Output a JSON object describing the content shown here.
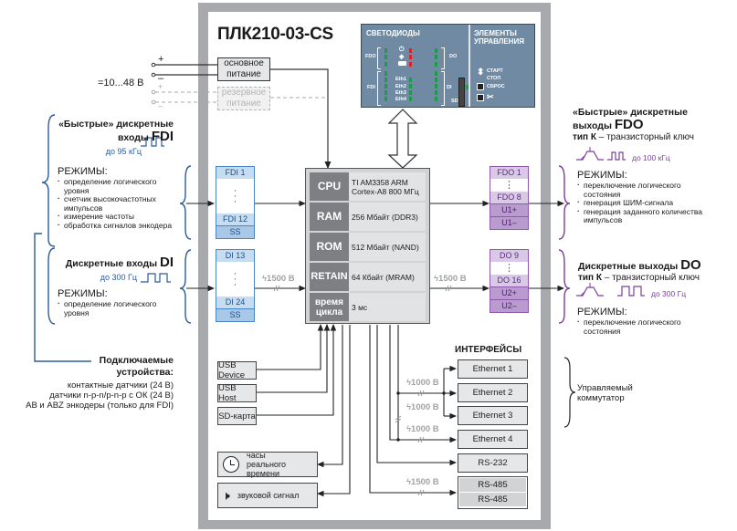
{
  "title": "ПЛК210-03-CS",
  "power": {
    "voltage_label": "=10...48 В",
    "plus": "+",
    "minus": "–",
    "main_supply": "основное питание",
    "backup_supply": "резервное питание"
  },
  "led_panel": {
    "title": "СВЕТОДИОДЫ",
    "labels": {
      "fdo": "FDO",
      "fdi": "FDI",
      "do": "DO",
      "di": "DI",
      "sd": "SD"
    },
    "eth": [
      "Eth1",
      "Eth2",
      "Eth3",
      "Eth4"
    ]
  },
  "controls_panel": {
    "title": "ЭЛЕМЕНТЫ УПРАВЛЕНИЯ",
    "start_stop": "СТАРТ СТОП",
    "reset": "СБРОС"
  },
  "cpu_block": {
    "rows": [
      {
        "key": "CPU",
        "value": "TI AM3358 ARM Cortex-A8 800 МГц"
      },
      {
        "key": "RAM",
        "value": "256 Мбайт (DDR3)"
      },
      {
        "key": "ROM",
        "value": "512 Мбайт (NAND)"
      },
      {
        "key": "RETAIN",
        "value": "64 Кбайт (MRAM)"
      },
      {
        "key": "время цикла",
        "value": "3 мс"
      }
    ]
  },
  "inputs": {
    "fdi_block": {
      "first": "FDI 1",
      "last": "FDI 12",
      "common": "SS"
    },
    "di_block": {
      "first": "DI 13",
      "last": "DI 24",
      "common": "SS"
    },
    "di_isolation": "1500 В"
  },
  "outputs": {
    "fdo_block": {
      "first": "FDO 1",
      "last": "FDO 8",
      "supply_plus": "U1+",
      "supply_minus": "U1–"
    },
    "do_block": {
      "first": "DO 9",
      "last": "DO 16",
      "supply_plus": "U2+",
      "supply_minus": "U2–"
    },
    "do_isolation": "1500 В"
  },
  "left_text": {
    "fdi_heading_1": "«Быстрые» дискретные",
    "fdi_heading_2": "входы",
    "fdi_code": "FDI",
    "fdi_freq": "до 95 кГц",
    "modes_label": "РЕЖИМЫ:",
    "fdi_modes": [
      "определение логического уровня",
      "счетчик высокочастотных импульсов",
      "измерение частоты",
      "обработка сигналов энкодера"
    ],
    "di_heading": "Дискретные входы",
    "di_code": "DI",
    "di_freq": "до 300 Гц",
    "di_modes": [
      "определение логического уровня"
    ],
    "devices_heading_1": "Подключаемые",
    "devices_heading_2": "устройства:",
    "devices": [
      "контактные датчики (24 В)",
      "датчики n-p-n/p-n-p с ОК (24 В)",
      "AB и ABZ энкодеры (только для FDI)"
    ]
  },
  "right_text": {
    "fdo_heading_1": "«Быстрые» дискретные",
    "fdo_heading_2": "выходы",
    "fdo_code": "FDO",
    "type_k": "тип К",
    "type_desc": "– транзисторный ключ",
    "fdo_freq": "до 100 кГц",
    "modes_label": "РЕЖИМЫ:",
    "fdo_modes": [
      "переключение логического состояния",
      "генерация ШИМ-сигнала",
      "генерация заданного количества импульсов"
    ],
    "do_heading": "Дискретные выходы",
    "do_code": "DO",
    "do_freq": "до 300 Гц",
    "do_modes": [
      "переключение логического состояния"
    ],
    "switch_label": "Управляемый коммутатор"
  },
  "peripherals": {
    "usb_device": "USB Device",
    "usb_host": "USB Host",
    "sd_card": "SD-карта",
    "rtc": "часы реального времени",
    "buzzer": "звуковой сигнал"
  },
  "interfaces": {
    "title": "ИНТЕРФЕЙСЫ",
    "items": [
      "Ethernet 1",
      "Ethernet 2",
      "Ethernet 3",
      "Ethernet 4",
      "RS-232",
      "RS-485",
      "RS-485"
    ],
    "isolation": [
      "1000 В",
      "1000 В",
      "1000 В",
      "1500 В"
    ]
  },
  "colors": {
    "frame": "#a7a9ac",
    "inputs_blue": "#4a86c5",
    "outputs_purple": "#8e5aa9",
    "led_panel": "#6f8aa2",
    "led_green": "#1d9a4b",
    "led_red": "#d8242c"
  }
}
